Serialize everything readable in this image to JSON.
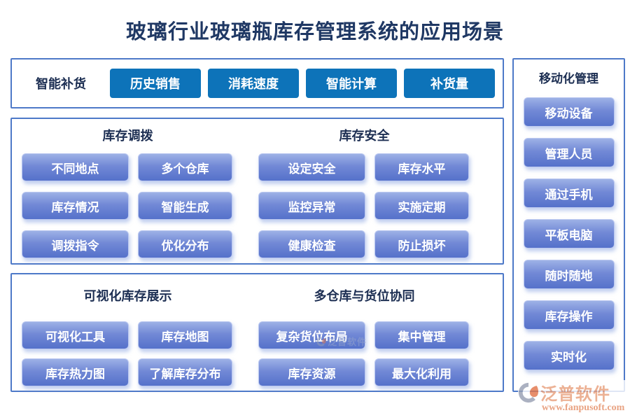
{
  "title": "玻璃行业玻璃瓶库存管理系统的应用场景",
  "sections": {
    "replenishment": {
      "label": "智能补货",
      "buttons": [
        "历史销售",
        "消耗速度",
        "智能计算",
        "补货量"
      ]
    },
    "transfer": {
      "header": "库存调拨",
      "buttons": [
        "不同地点",
        "多个仓库",
        "库存情况",
        "智能生成",
        "调拨指令",
        "优化分布"
      ]
    },
    "safety": {
      "header": "库存安全",
      "buttons": [
        "设定安全",
        "库存水平",
        "监控异常",
        "实施定期",
        "健康检查",
        "防止损坏"
      ]
    },
    "visualization": {
      "header": "可视化库存展示",
      "buttons": [
        "可视化工具",
        "库存地图",
        "库存热力图",
        "了解库存分布"
      ]
    },
    "collaboration": {
      "header": "多仓库与货位协同",
      "buttons": [
        "复杂货位布局",
        "集中管理",
        "库存资源",
        "最大化利用"
      ]
    },
    "mobile": {
      "header": "移动化管理",
      "buttons": [
        "移动设备",
        "管理人员",
        "通过手机",
        "平板电脑",
        "随时随地",
        "库存操作",
        "实时化"
      ]
    }
  },
  "branding": {
    "logo_text": "泛普软件",
    "website": "www.fanpusoft.com",
    "logo_icon": "fanpu-swirl-icon"
  },
  "colors": {
    "title_navy": "#1f3864",
    "header_navy": "#1c2e52",
    "solid_button_blue": "#0d73b9",
    "gradient_button_top": "#9db1e6",
    "gradient_button_bottom": "#5571ca",
    "box_border_blue": "#4e79c8",
    "logo_orange": "#e9a07d"
  }
}
